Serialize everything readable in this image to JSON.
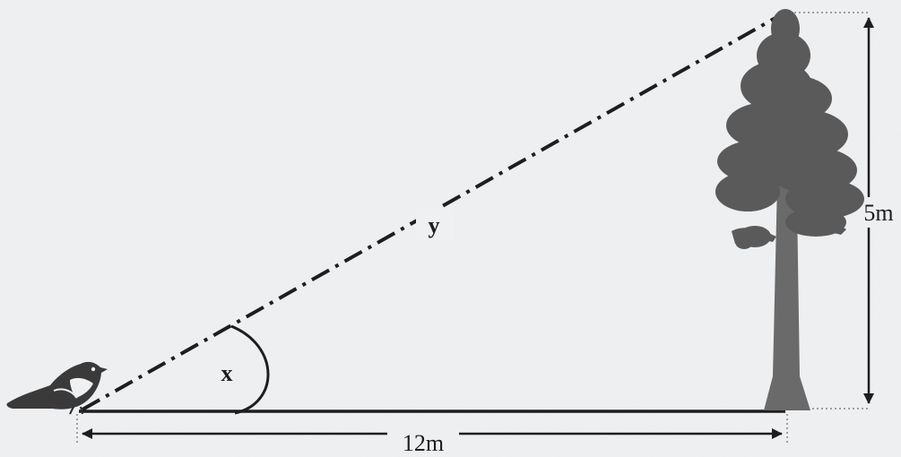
{
  "labels": {
    "hypotenuse": "y",
    "angle": "x",
    "height": "5m",
    "base": "12m"
  },
  "colors": {
    "ink": "#1e1e1e",
    "tree": "#5a5a5a",
    "trunk": "#6a6a6a",
    "background": "#eef0f2"
  }
}
